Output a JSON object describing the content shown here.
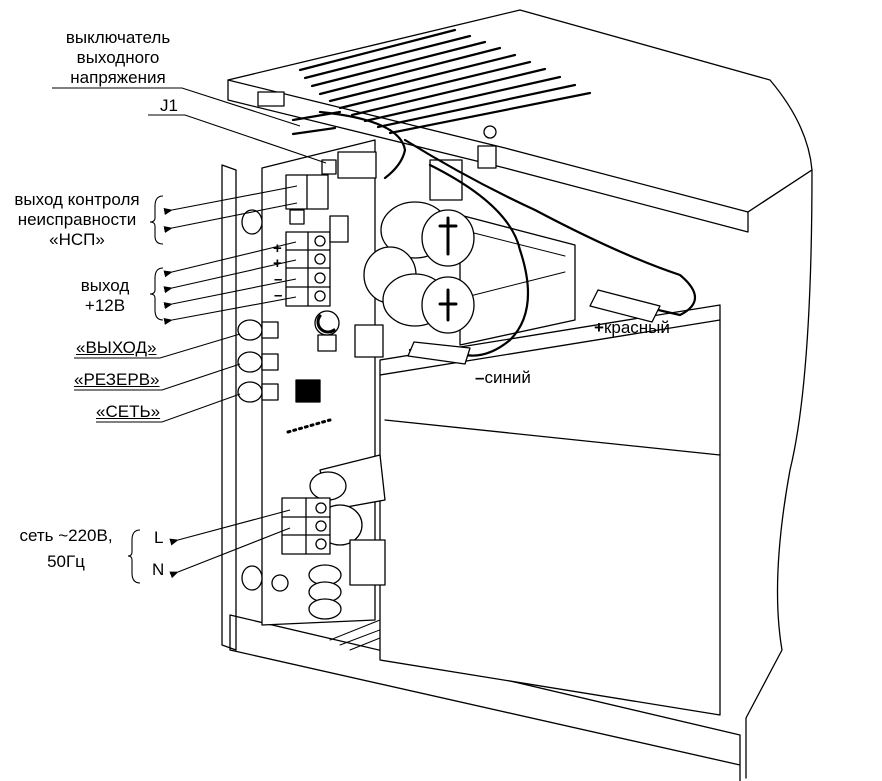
{
  "labels": {
    "switch": [
      "выключатель",
      "выходного",
      "напряжения"
    ],
    "j1": "J1",
    "fault": [
      "выход контроля",
      "неисправности",
      "«НСП»"
    ],
    "out12": [
      "выход",
      "+12В"
    ],
    "vyhod": "«ВЫХОД»",
    "rezerv": "«РЕЗЕРВ»",
    "set": "«СЕТЬ»",
    "mains": [
      "сеть ~220В,",
      "50Гц"
    ],
    "L": "L",
    "N": "N",
    "red": "красный",
    "blue": "синий",
    "plus": "+",
    "minus": "–"
  }
}
